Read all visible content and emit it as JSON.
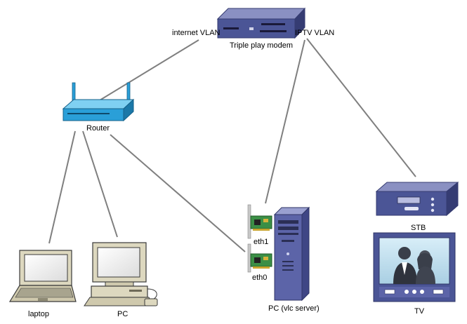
{
  "colors": {
    "link": "#7f7f7f",
    "router": "#2a9fd8",
    "modem": "#4b5596",
    "tower": "#5c64a8",
    "beige": "#ddd8bf",
    "nic": "#3b8f46"
  },
  "labels": {
    "internet_vlan": "internet VLAN",
    "iptv_vlan": "IPTV VLAN",
    "modem": "Triple play modem",
    "router": "Router",
    "laptop": "laptop",
    "pc": "PC",
    "eth1": "eth1",
    "eth0": "eth0",
    "server": "PC (vlc server)",
    "stb": "STB",
    "tv": "TV"
  },
  "icons": {
    "modem": "modem-icon",
    "router": "router-icon",
    "laptop": "laptop-icon",
    "pc": "desktop-pc-icon",
    "server": "tower-server-icon",
    "nic": "network-card-icon",
    "stb": "set-top-box-icon",
    "tv": "television-icon"
  }
}
